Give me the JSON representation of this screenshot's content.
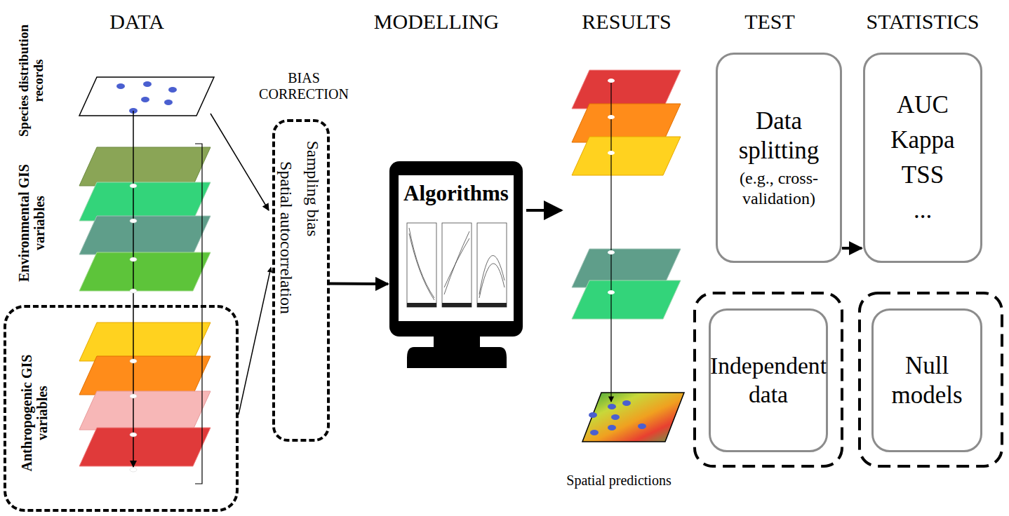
{
  "diagram": {
    "nodes": [
      {
        "text": [
          "Anthropogenic GIS variables"
        ]
      },
      {
        "text": [
          "BIAS CORRECTION",
          "Spatial autocorrelation",
          "Sampling bias"
        ]
      },
      {
        "text": [
          "Algorithms"
        ]
      },
      {
        "text": [
          "Data splitting",
          "(e.g., cross-validation)"
        ]
      },
      {
        "text": [
          "AUC",
          "Kappa",
          "TSS",
          "..."
        ]
      },
      {
        "text": [
          "Independent data"
        ]
      },
      {
        "text": [
          "Null models"
        ]
      }
    ],
    "edges": [
      {
        "from": 0,
        "to": 1,
        "arrow": "to"
      },
      {
        "from": 1,
        "to": 2,
        "arrow": "to"
      },
      {
        "from": 3,
        "to": 4,
        "arrow": "to"
      }
    ],
    "labels": [
      "DATA",
      "MODELLING",
      "RESULTS",
      "TEST",
      "STATISTICS",
      "Species distribution records",
      "Environmental GIS variables",
      "Spatial predictions"
    ]
  }
}
